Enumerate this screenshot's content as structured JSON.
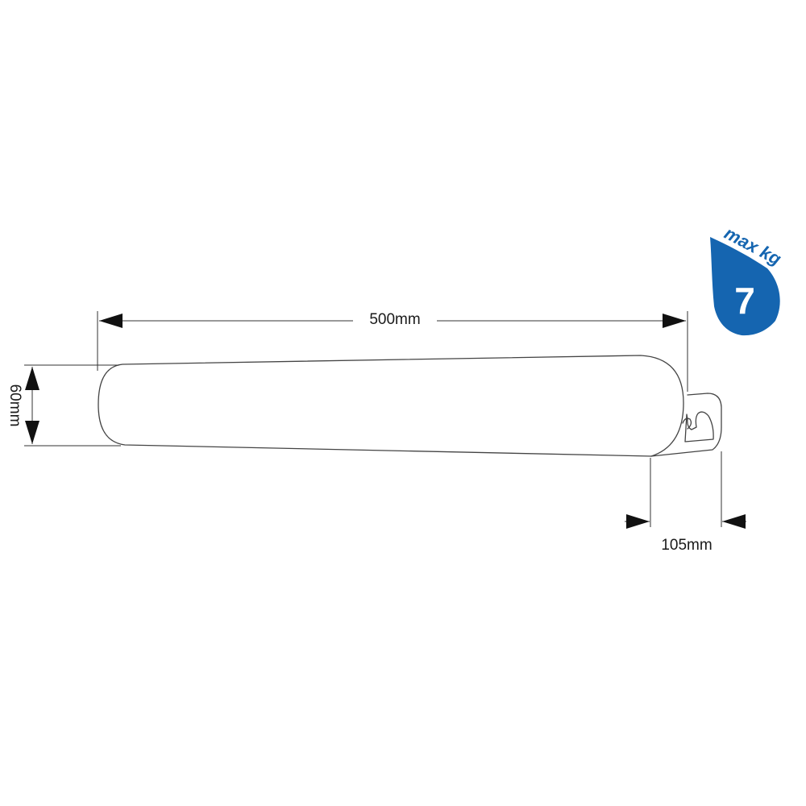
{
  "dimensions": {
    "length": "500mm",
    "height": "60mm",
    "depth": "105mm"
  },
  "badge": {
    "label": "max kg",
    "value": "7",
    "color": "#1565b0"
  },
  "icons": {
    "shelf": "shelf-with-bracket",
    "badge": "weight-drop-badge"
  }
}
